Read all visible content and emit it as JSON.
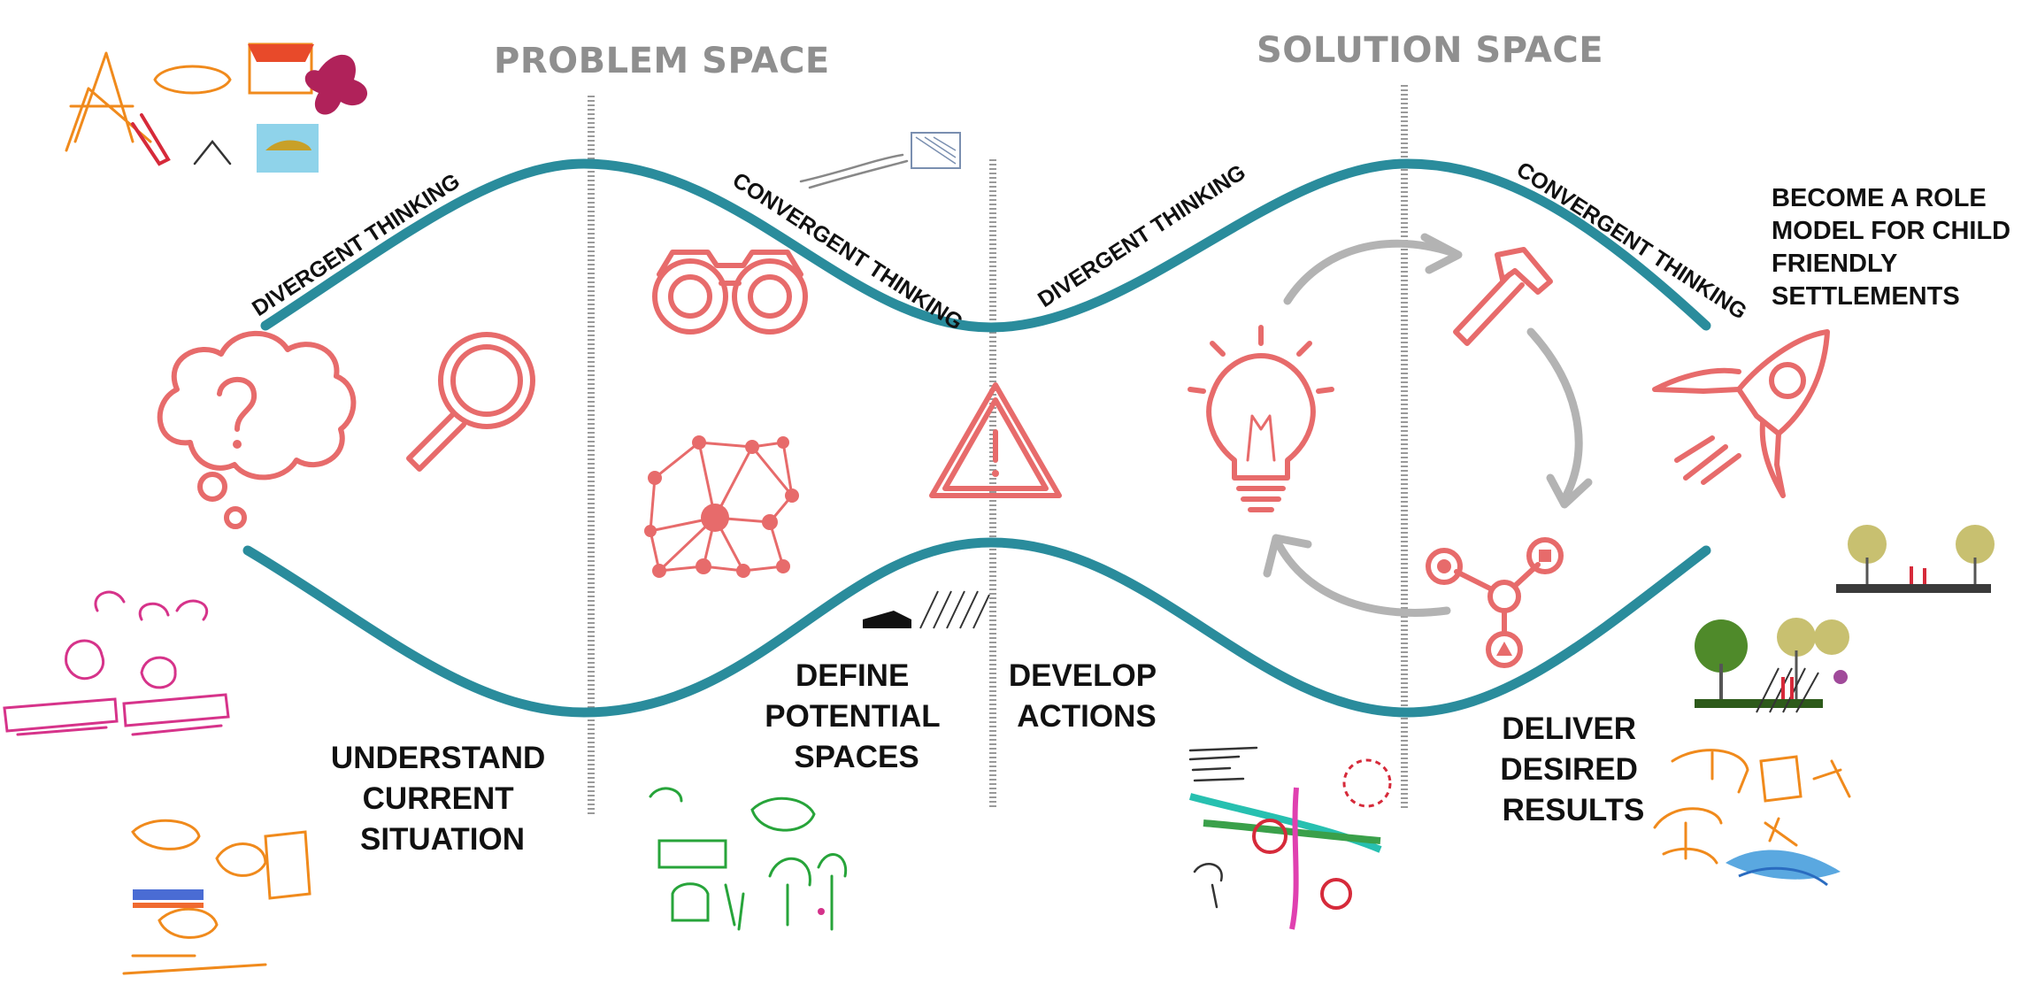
{
  "spaces": {
    "problem": "PROBLEM SPACE",
    "solution": "SOLUTION SPACE"
  },
  "thinking": {
    "divergent_1": "DIVERGENT THINKING",
    "convergent_1": "CONVERGENT THINKING",
    "divergent_2": "DIVERGENT THINKING",
    "convergent_2": "CONVERGENT THINKING"
  },
  "phases": {
    "understand": [
      "UNDERSTAND",
      "CURRENT",
      "SITUATION"
    ],
    "define": [
      "DEFINE",
      "POTENTIAL",
      "SPACES"
    ],
    "develop": [
      "DEVELOP",
      "ACTIONS"
    ],
    "deliver": [
      "DELIVER",
      "DESIRED",
      "RESULTS"
    ]
  },
  "goal": [
    "BECOME A ROLE",
    "MODEL FOR CHILD",
    "FRIENDLY",
    "SETTLEMENTS"
  ],
  "colors": {
    "wave": "#2a8c9c",
    "icon": "#e76b6b",
    "space_title": "#8f8f8f",
    "cycle_arrows": "#b3b3b3"
  },
  "icons": [
    "thought-bubble-question-icon",
    "magnifier-icon",
    "binoculars-icon",
    "network-icon",
    "warning-triangle-icon",
    "lightbulb-icon",
    "hammer-icon",
    "molecule-icon",
    "rocket-icon",
    "cycle-arrows-icon"
  ]
}
